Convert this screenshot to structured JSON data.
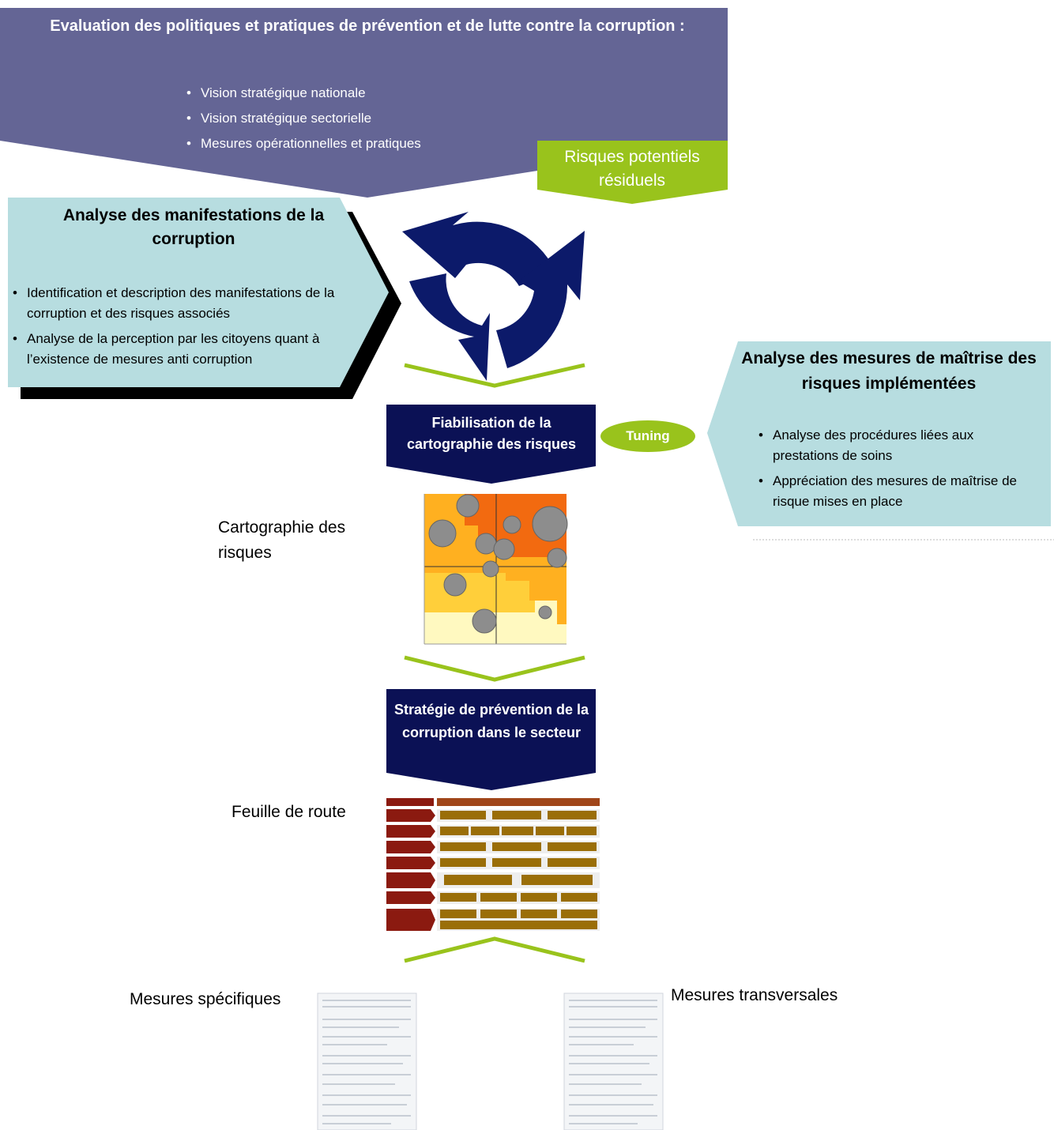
{
  "top_box": {
    "title": "Evaluation des politiques et pratiques de prévention et de lutte contre la corruption :",
    "items": [
      "Vision stratégique nationale",
      "Vision stratégique sectorielle",
      "Mesures opérationnelles et pratiques"
    ]
  },
  "residual_tag": "Risques potentiels résiduels",
  "left_box": {
    "title": "Analyse des manifestations de la corruption",
    "items": [
      "Identification et description des manifestations de la corruption et des risques associés",
      "Analyse de la perception par les citoyens quant à l’existence de mesures anti corruption"
    ]
  },
  "right_box": {
    "title": "Analyse des mesures de maîtrise des risques implémentées",
    "items": [
      "Analyse des procédures liées aux prestations de soins",
      "Appréciation des mesures de maîtrise de risque mises en place"
    ]
  },
  "fiabilisation": "Fiabilisation de la cartographie des risques",
  "tuning": "Tuning",
  "cartographie_label": "Cartographie des risques",
  "strategie": "Stratégie de prévention de la corruption dans le secteur",
  "feuille_label": "Feuille de route",
  "mesures_specifiques": "Mesures spécifiques",
  "mesures_transversales": "Mesures transversales",
  "colors": {
    "top_purple": "#646595",
    "teal_box": "#b7dde0",
    "navy": "#0b1155",
    "green": "#99c31c",
    "cycle_blue": "#0c1a6a"
  }
}
